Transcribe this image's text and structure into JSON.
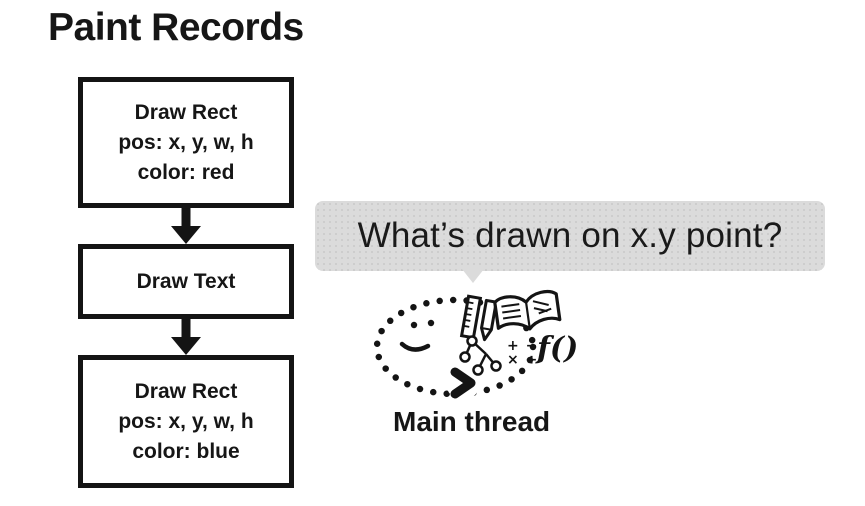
{
  "slide": {
    "title": "Paint Records"
  },
  "flowchart": {
    "boxes": [
      {
        "lines": [
          "Draw Rect",
          "pos: x, y, w, h",
          "color: red"
        ]
      },
      {
        "lines": [
          "Draw Text"
        ]
      },
      {
        "lines": [
          "Draw Rect",
          "pos: x, y, w, h",
          "color: blue"
        ]
      }
    ]
  },
  "speech_bubble": {
    "text": "What’s drawn on x.y point?"
  },
  "doodle": {
    "label": "Main thread",
    "function_label": "f()",
    "math_row1": "+ −",
    "math_row2": "× ÷",
    "icons": [
      "dotted-loop",
      "smiley-face",
      "chevron-arrow",
      "ruler",
      "pencil",
      "open-book",
      "tree-graph",
      "math-operators",
      "function-notation"
    ]
  },
  "colors": {
    "ink": "#141414",
    "bubble_bg": "#dbdbdb",
    "background": "#ffffff"
  }
}
